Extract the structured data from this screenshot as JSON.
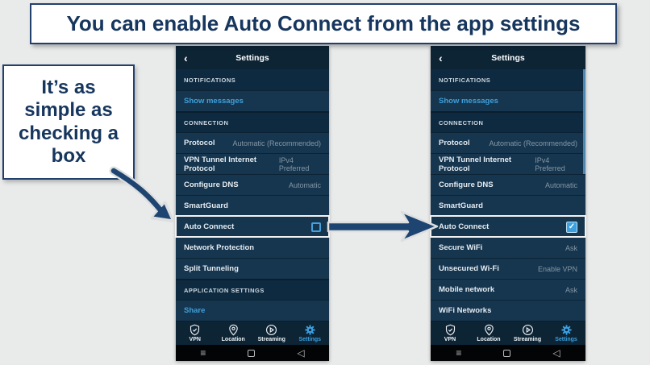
{
  "banner": {
    "text": "You can enable Auto Connect from the app settings"
  },
  "callout": {
    "text": "It’s as simple as checking a box"
  },
  "colors": {
    "page_bg": "#e9eaea",
    "annotation_navy": "#1e4571",
    "banner_border": "#22406d",
    "phone_dark": "#0d2435",
    "row_bg": "#16364f",
    "section_bg": "#0e2a40",
    "link_blue": "#3f9fda",
    "active_tab_blue": "#3aa0e0",
    "checkbox_blue": "#43a2de",
    "value_gray": "#8496a5",
    "highlight_border": "#f2f2f2"
  },
  "phone1": {
    "header": {
      "back_icon": "‹",
      "title": "Settings"
    },
    "rows": [
      {
        "type": "section",
        "label": "NOTIFICATIONS"
      },
      {
        "type": "link",
        "label": "Show messages"
      },
      {
        "type": "section",
        "label": "CONNECTION"
      },
      {
        "type": "item",
        "label": "Protocol",
        "value": "Automatic (Recommended)"
      },
      {
        "type": "item",
        "label": "VPN Tunnel Internet Protocol",
        "value": "IPv4 Preferred"
      },
      {
        "type": "item",
        "label": "Configure DNS",
        "value": "Automatic"
      },
      {
        "type": "item",
        "label": "SmartGuard",
        "value": ""
      },
      {
        "type": "checkbox",
        "label": "Auto Connect",
        "checked": false,
        "highlighted": true
      },
      {
        "type": "item",
        "label": "Network Protection",
        "value": ""
      },
      {
        "type": "item",
        "label": "Split Tunneling",
        "value": ""
      },
      {
        "type": "section",
        "label": "APPLICATION SETTINGS"
      },
      {
        "type": "link",
        "label": "Share"
      }
    ],
    "tabs": [
      {
        "label": "VPN",
        "icon": "shield-check-icon"
      },
      {
        "label": "Location",
        "icon": "map-pin-icon"
      },
      {
        "label": "Streaming",
        "icon": "play-circle-icon"
      },
      {
        "label": "Settings",
        "icon": "gear-icon",
        "active": true
      }
    ],
    "nav": {
      "menu_icon": "≡",
      "back_icon": "◁"
    }
  },
  "phone2": {
    "header": {
      "back_icon": "‹",
      "title": "Settings"
    },
    "rows": [
      {
        "type": "section",
        "label": "NOTIFICATIONS"
      },
      {
        "type": "link",
        "label": "Show messages"
      },
      {
        "type": "section",
        "label": "CONNECTION"
      },
      {
        "type": "item",
        "label": "Protocol",
        "value": "Automatic (Recommended)"
      },
      {
        "type": "item",
        "label": "VPN Tunnel Internet Protocol",
        "value": "IPv4 Preferred"
      },
      {
        "type": "item",
        "label": "Configure DNS",
        "value": "Automatic"
      },
      {
        "type": "item",
        "label": "SmartGuard",
        "value": ""
      },
      {
        "type": "checkbox",
        "label": "Auto Connect",
        "checked": true,
        "highlighted": true,
        "checkmark": "✓"
      },
      {
        "type": "item",
        "label": "Secure WiFi",
        "value": "Ask"
      },
      {
        "type": "item",
        "label": "Unsecured Wi-Fi",
        "value": "Enable VPN"
      },
      {
        "type": "item",
        "label": "Mobile network",
        "value": "Ask"
      },
      {
        "type": "item",
        "label": "WiFi Networks",
        "value": ""
      }
    ],
    "tabs": [
      {
        "label": "VPN",
        "icon": "shield-check-icon"
      },
      {
        "label": "Location",
        "icon": "map-pin-icon"
      },
      {
        "label": "Streaming",
        "icon": "play-circle-icon"
      },
      {
        "label": "Settings",
        "icon": "gear-icon",
        "active": true
      }
    ],
    "nav": {
      "menu_icon": "≡",
      "back_icon": "◁"
    }
  }
}
